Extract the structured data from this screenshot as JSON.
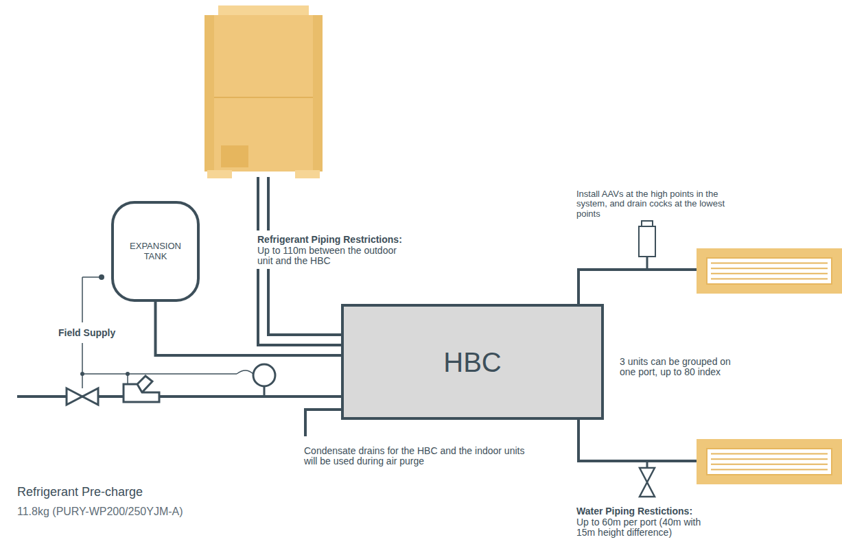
{
  "diagram": {
    "nodes": [
      {
        "text": [
          "EXPANSION TANK"
        ]
      },
      {
        "text": [
          "HBC"
        ]
      }
    ],
    "edges": [
      {
        "from": 0,
        "to": 1,
        "arrow": "none"
      }
    ],
    "labels": [
      "Install AAVs at the high points in the system, and drain cocks at the lowest points",
      "Refrigerant Piping Restrictions:",
      "Up to 110m between the outdoor unit and the HBC",
      "Field Supply",
      "3 units can be grouped on one port, up to 80 index",
      "Condensate drains for the HBC and the indoor units will be used during air purge",
      "Refrigerant Pre-charge",
      "11.8kg (PURY-WP200/250YJM-A)",
      "Water Piping Restictions:",
      "Up to 60m per port (40m with 15m height difference)"
    ]
  }
}
